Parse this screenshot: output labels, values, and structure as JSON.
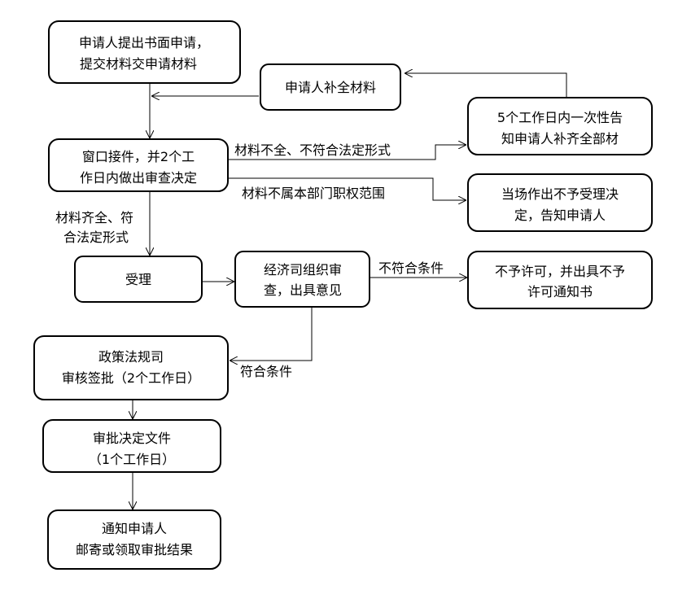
{
  "nodes": {
    "submit": {
      "lines": [
        "申请人提出书面申请，",
        "提交材料交申请材料"
      ]
    },
    "supplement": {
      "lines": [
        "申请人补全材料"
      ]
    },
    "notify_supplement": {
      "lines": [
        "5个工作日内一次性告",
        "知申请人补齐全部材"
      ]
    },
    "window_receive": {
      "lines": [
        "窗口接件，并2个工",
        "作日内做出审查决定"
      ]
    },
    "reject_on_spot": {
      "lines": [
        "当场作出不予受理决",
        "定，告知申请人"
      ]
    },
    "accept": {
      "lines": [
        "受理"
      ]
    },
    "econ_review": {
      "lines": [
        "经济司组织审",
        "查，出具意见"
      ]
    },
    "deny": {
      "lines": [
        "不予许可，并出具不予",
        "许可通知书"
      ]
    },
    "policy_approve": {
      "lines": [
        "政策法规司",
        "审核签批（2个工作日）"
      ]
    },
    "approval_doc": {
      "lines": [
        "审批决定文件",
        "（1个工作日）"
      ]
    },
    "notify_result": {
      "lines": [
        "通知申请人",
        "邮寄或领取审批结果"
      ]
    }
  },
  "edges": {
    "incomplete": "材料不全、不符合法定形式",
    "out_of_scope": "材料不属本部门职权范围",
    "complete": [
      "材料齐全、符",
      "合法定形式"
    ],
    "not_qualified": "不符合条件",
    "qualified": "符合条件"
  }
}
